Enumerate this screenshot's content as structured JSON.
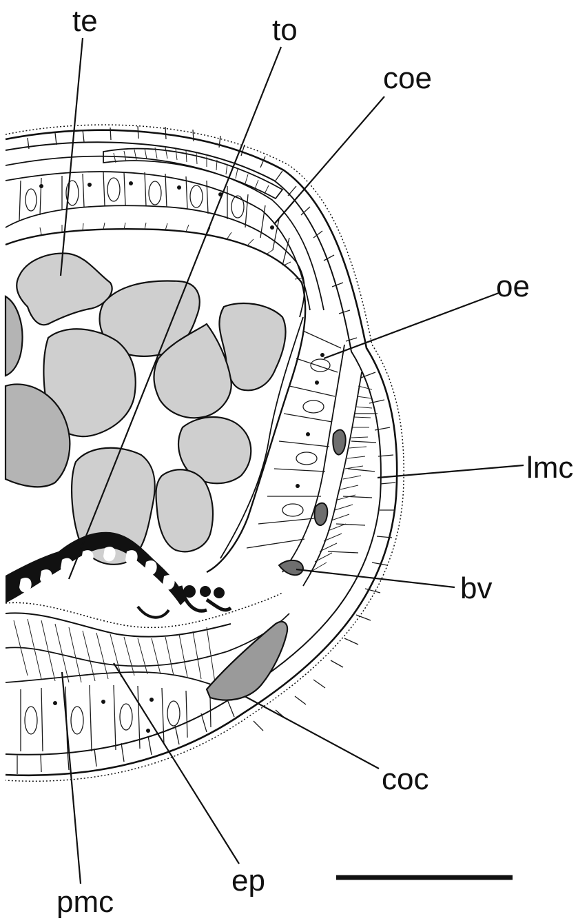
{
  "labels": {
    "te": "te",
    "to": "to",
    "coe": "coe",
    "oe": "oe",
    "lmc": "lmc",
    "bv": "bv",
    "coc": "coc",
    "ep": "ep",
    "pmc": "pmc"
  },
  "colors": {
    "ink": "#111111",
    "tentacle_fill": "#cfcfcf",
    "tentacle_dark_fill": "#b4b4b4",
    "coelom_fill": "#9a9a9a",
    "vessel_fill": "#6e6e6e",
    "background": "#ffffff"
  }
}
